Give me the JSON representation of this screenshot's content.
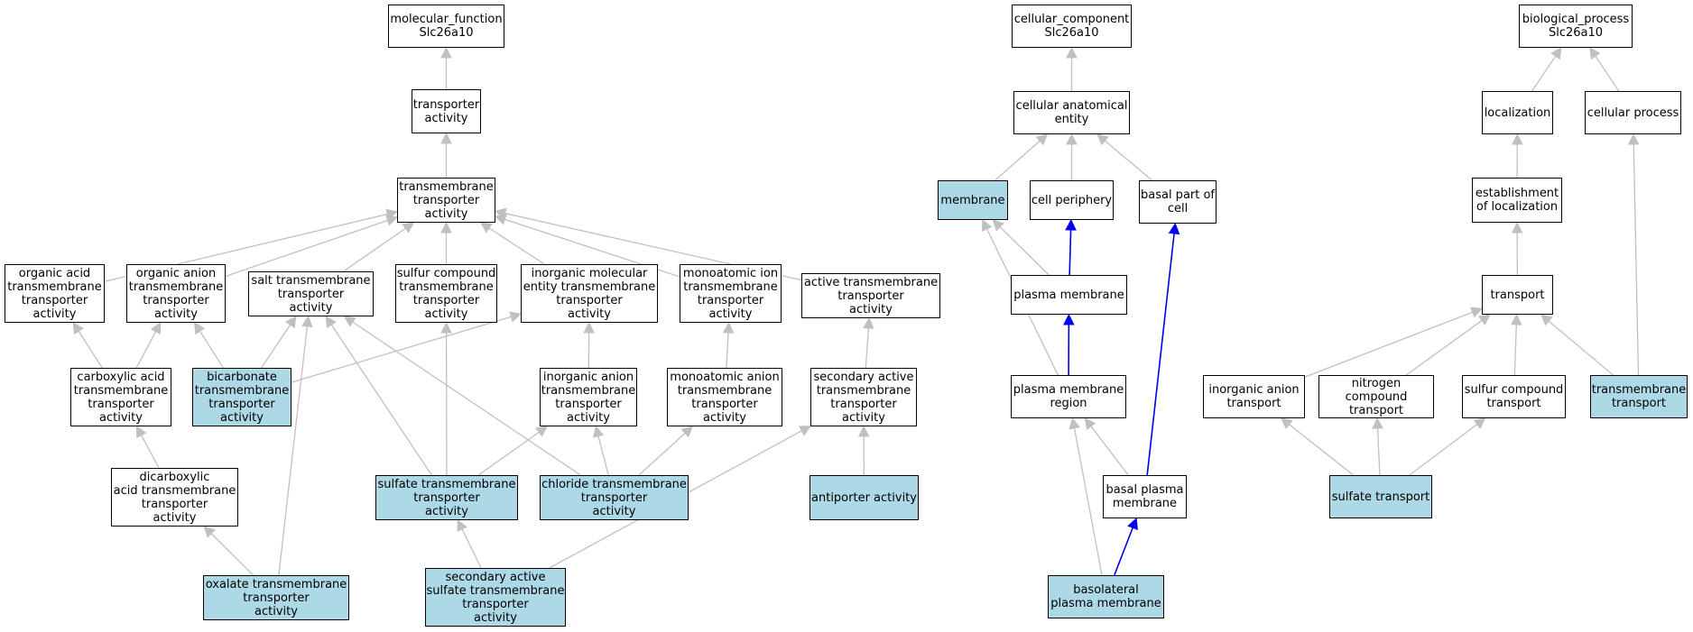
{
  "colors": {
    "highlight": "#add8e6",
    "plain": "#ffffff",
    "edge": "#c0c0c0",
    "edge_strong": "#0000ee",
    "border": "#000000"
  },
  "nodes": [
    {
      "id": "mf",
      "label": "molecular_function\nSlc26a10",
      "hl": false
    },
    {
      "id": "ta",
      "label": "transporter\nactivity",
      "hl": false
    },
    {
      "id": "tmt",
      "label": "transmembrane\ntransporter\nactivity",
      "hl": false
    },
    {
      "id": "oat",
      "label": "organic acid\ntransmembrane\ntransporter\nactivity",
      "hl": false
    },
    {
      "id": "oant",
      "label": "organic anion\ntransmembrane\ntransporter\nactivity",
      "hl": false
    },
    {
      "id": "salt",
      "label": "salt transmembrane\ntransporter\nactivity",
      "hl": false
    },
    {
      "id": "sulfc",
      "label": "sulfur compound\ntransmembrane\ntransporter\nactivity",
      "hl": false
    },
    {
      "id": "imol",
      "label": "inorganic molecular\nentity transmembrane\ntransporter\nactivity",
      "hl": false
    },
    {
      "id": "monoion",
      "label": "monoatomic ion\ntransmembrane\ntransporter\nactivity",
      "hl": false
    },
    {
      "id": "activetm",
      "label": "active transmembrane\ntransporter\nactivity",
      "hl": false
    },
    {
      "id": "carbox",
      "label": "carboxylic acid\ntransmembrane\ntransporter\nactivity",
      "hl": false
    },
    {
      "id": "bicarb",
      "label": "bicarbonate\ntransmembrane\ntransporter\nactivity",
      "hl": true
    },
    {
      "id": "ianion",
      "label": "inorganic anion\ntransmembrane\ntransporter\nactivity",
      "hl": false
    },
    {
      "id": "monoanion",
      "label": "monoatomic anion\ntransmembrane\ntransporter\nactivity",
      "hl": false
    },
    {
      "id": "secactive",
      "label": "secondary active\ntransmembrane\ntransporter\nactivity",
      "hl": false
    },
    {
      "id": "dicarb",
      "label": "dicarboxylic\nacid transmembrane\ntransporter\nactivity",
      "hl": false
    },
    {
      "id": "sulfate",
      "label": "sulfate transmembrane\ntransporter\nactivity",
      "hl": true
    },
    {
      "id": "chloride",
      "label": "chloride transmembrane\ntransporter\nactivity",
      "hl": true
    },
    {
      "id": "antiporter",
      "label": "antiporter activity",
      "hl": true
    },
    {
      "id": "oxalate",
      "label": "oxalate transmembrane\ntransporter\nactivity",
      "hl": true
    },
    {
      "id": "secsulf",
      "label": "secondary active\nsulfate transmembrane\ntransporter\nactivity",
      "hl": true
    },
    {
      "id": "cc",
      "label": "cellular_component\nSlc26a10",
      "hl": false
    },
    {
      "id": "cae",
      "label": "cellular anatomical\nentity",
      "hl": false
    },
    {
      "id": "membrane",
      "label": "membrane",
      "hl": true
    },
    {
      "id": "cellper",
      "label": "cell periphery",
      "hl": false
    },
    {
      "id": "basalpart",
      "label": "basal part of\ncell",
      "hl": false
    },
    {
      "id": "pm",
      "label": "plasma membrane",
      "hl": false
    },
    {
      "id": "pmr",
      "label": "plasma membrane\nregion",
      "hl": false
    },
    {
      "id": "bpm",
      "label": "basal plasma\nmembrane",
      "hl": false
    },
    {
      "id": "blpm",
      "label": "basolateral\nplasma membrane",
      "hl": true
    },
    {
      "id": "bp",
      "label": "biological_process\nSlc26a10",
      "hl": false
    },
    {
      "id": "loc",
      "label": "localization",
      "hl": false
    },
    {
      "id": "cellproc",
      "label": "cellular process",
      "hl": false
    },
    {
      "id": "estloc",
      "label": "establishment\nof localization",
      "hl": false
    },
    {
      "id": "transport",
      "label": "transport",
      "hl": false
    },
    {
      "id": "ianiontr",
      "label": "inorganic anion\ntransport",
      "hl": false
    },
    {
      "id": "nitro",
      "label": "nitrogen compound\ntransport",
      "hl": false
    },
    {
      "id": "sulfcomptr",
      "label": "sulfur compound\ntransport",
      "hl": false
    },
    {
      "id": "tmtransport",
      "label": "transmembrane\ntransport",
      "hl": true
    },
    {
      "id": "sulftr",
      "label": "sulfate transport",
      "hl": true
    }
  ],
  "edges": [
    {
      "from": "ta",
      "to": "mf"
    },
    {
      "from": "tmt",
      "to": "ta"
    },
    {
      "from": "oat",
      "to": "tmt"
    },
    {
      "from": "oant",
      "to": "tmt"
    },
    {
      "from": "salt",
      "to": "tmt"
    },
    {
      "from": "sulfc",
      "to": "tmt"
    },
    {
      "from": "imol",
      "to": "tmt"
    },
    {
      "from": "monoion",
      "to": "tmt"
    },
    {
      "from": "activetm",
      "to": "tmt"
    },
    {
      "from": "carbox",
      "to": "oat"
    },
    {
      "from": "carbox",
      "to": "oant"
    },
    {
      "from": "bicarb",
      "to": "oant"
    },
    {
      "from": "bicarb",
      "to": "salt"
    },
    {
      "from": "bicarb",
      "to": "imol"
    },
    {
      "from": "ianion",
      "to": "imol"
    },
    {
      "from": "monoanion",
      "to": "monoion"
    },
    {
      "from": "secactive",
      "to": "activetm"
    },
    {
      "from": "dicarb",
      "to": "carbox"
    },
    {
      "from": "sulfate",
      "to": "salt"
    },
    {
      "from": "sulfate",
      "to": "sulfc"
    },
    {
      "from": "sulfate",
      "to": "ianion"
    },
    {
      "from": "chloride",
      "to": "salt"
    },
    {
      "from": "chloride",
      "to": "ianion"
    },
    {
      "from": "chloride",
      "to": "monoanion"
    },
    {
      "from": "antiporter",
      "to": "secactive"
    },
    {
      "from": "oxalate",
      "to": "dicarb"
    },
    {
      "from": "oxalate",
      "to": "salt"
    },
    {
      "from": "secsulf",
      "to": "sulfate"
    },
    {
      "from": "secsulf",
      "to": "secactive"
    },
    {
      "from": "cae",
      "to": "cc"
    },
    {
      "from": "membrane",
      "to": "cae"
    },
    {
      "from": "cellper",
      "to": "cae"
    },
    {
      "from": "basalpart",
      "to": "cae"
    },
    {
      "from": "pm",
      "to": "membrane"
    },
    {
      "from": "pm",
      "to": "cellper",
      "strong": true
    },
    {
      "from": "pmr",
      "to": "pm",
      "strong": true
    },
    {
      "from": "pmr",
      "to": "membrane"
    },
    {
      "from": "bpm",
      "to": "pmr"
    },
    {
      "from": "bpm",
      "to": "basalpart",
      "strong": true
    },
    {
      "from": "blpm",
      "to": "bpm",
      "strong": true
    },
    {
      "from": "blpm",
      "to": "pmr"
    },
    {
      "from": "loc",
      "to": "bp"
    },
    {
      "from": "cellproc",
      "to": "bp"
    },
    {
      "from": "estloc",
      "to": "loc"
    },
    {
      "from": "transport",
      "to": "estloc"
    },
    {
      "from": "ianiontr",
      "to": "transport"
    },
    {
      "from": "nitro",
      "to": "transport"
    },
    {
      "from": "sulfcomptr",
      "to": "transport"
    },
    {
      "from": "tmtransport",
      "to": "transport"
    },
    {
      "from": "tmtransport",
      "to": "cellproc"
    },
    {
      "from": "sulftr",
      "to": "ianiontr"
    },
    {
      "from": "sulftr",
      "to": "nitro"
    },
    {
      "from": "sulftr",
      "to": "sulfcomptr"
    }
  ]
}
